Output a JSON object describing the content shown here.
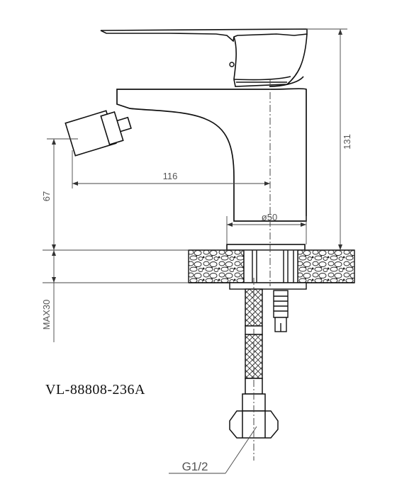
{
  "model_number": "VL-88808-236A",
  "dimensions": {
    "height_total": "131",
    "spout_reach": "116",
    "spout_height": "67",
    "base_diameter": "ø50",
    "counter_thickness": "MAX30"
  },
  "thread": "G1/2",
  "colors": {
    "line": "#111111",
    "dimension": "#555555",
    "background": "#ffffff"
  }
}
